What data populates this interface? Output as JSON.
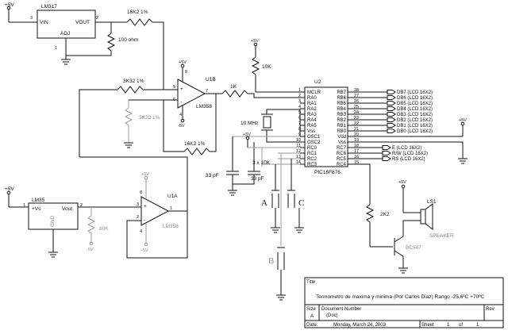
{
  "supply": {
    "v5_top_left": "+5V",
    "v5_mclr": "+5V",
    "v5_opamp_top": "+5V",
    "v5_opamp_bottom": "-5V",
    "v5_u1a_top": "+5V",
    "v5_u1a_bottom": "-5V",
    "v5_lm35": "+5V",
    "v5_right": "+5V",
    "v5_osc": "+5V",
    "v5_speaker": "+5V",
    "v5_neg_r": "-5V"
  },
  "regulator": {
    "name": "LM317",
    "vin": "VIN",
    "vout": "VOUT",
    "adj": "ADJ",
    "pin_vin": "3",
    "pin_vout": "2",
    "pin_adj": "1"
  },
  "resistors": {
    "r_top": "16K2 1%",
    "r_100": "100 ohm",
    "r_3k32": "3K32 1%",
    "r_3k32b": "3K32 1%",
    "r_1k": "1K",
    "r_16k2b": "16K2 1%",
    "r_10k": "10K",
    "r_60k": "60K",
    "r_2k2": "2K2",
    "r_3x10k": "3  x 10K"
  },
  "opamp_b": {
    "ref": "U1B",
    "name": "LM358",
    "pin_plus": "5",
    "pin_minus": "6",
    "pin_out": "7",
    "pin_vcc": "8",
    "pin_gnd": "4",
    "plus": "+",
    "minus": "-"
  },
  "opamp_a": {
    "ref": "U1A",
    "name": "LM358",
    "pin_plus": "3",
    "pin_minus": "2",
    "pin_out": "1",
    "pin_vcc": "8",
    "pin_gnd": "4",
    "plus": "+",
    "minus": "-"
  },
  "sensor": {
    "name": "LM35",
    "vs": "+Vs",
    "vout": "Vout",
    "gnd": "GND",
    "pin_vs": "1",
    "pin_vout": "2"
  },
  "pic": {
    "ref": "U2",
    "name": "PIC16F876",
    "left_pins": [
      {
        "num": "1",
        "name": "MCLR"
      },
      {
        "num": "2",
        "name": "RA0"
      },
      {
        "num": "3",
        "name": "RA1"
      },
      {
        "num": "4",
        "name": "RA2"
      },
      {
        "num": "5",
        "name": "RA3"
      },
      {
        "num": "6",
        "name": "RA4"
      },
      {
        "num": "7",
        "name": "RA5"
      },
      {
        "num": "8",
        "name": "Vss"
      },
      {
        "num": "9",
        "name": "OSC1"
      },
      {
        "num": "10",
        "name": "OSC2"
      },
      {
        "num": "11",
        "name": "RC0"
      },
      {
        "num": "12",
        "name": "RC1"
      },
      {
        "num": "13",
        "name": "RC2"
      },
      {
        "num": "14",
        "name": "RC3"
      }
    ],
    "right_pins": [
      {
        "num": "28",
        "name": "RB7"
      },
      {
        "num": "27",
        "name": "RB6"
      },
      {
        "num": "26",
        "name": "RB5"
      },
      {
        "num": "25",
        "name": "RB4"
      },
      {
        "num": "24",
        "name": "RB3"
      },
      {
        "num": "23",
        "name": "RB2"
      },
      {
        "num": "22",
        "name": "RB1"
      },
      {
        "num": "21",
        "name": "RB0"
      },
      {
        "num": "20",
        "name": "Vdd"
      },
      {
        "num": "19",
        "name": "Vss"
      },
      {
        "num": "18",
        "name": "RC7"
      },
      {
        "num": "17",
        "name": "RC6"
      },
      {
        "num": "16",
        "name": "RC5"
      },
      {
        "num": "15",
        "name": "RC4"
      }
    ]
  },
  "lcd_data": [
    "DB7 (LCD 16X2)",
    "DB6 (LCD 16X2)",
    "DB5 (LCD 16X2)",
    "DB4 (LCD 16X2)",
    "DB3 (LCD 16X2)",
    "DB2 (LCD 16X2)",
    "DB1 (LCD 16X2)",
    "DB0 (LCD 16X2)"
  ],
  "lcd_ctrl": [
    "E (LCD 16X2)",
    "R/W (LCD 16X2)",
    "RS (LCD 16X2)"
  ],
  "crystal": "10 MHz",
  "cap1": "33 pF",
  "cap2": "33 pF",
  "buttons": {
    "a": "A",
    "b": "B",
    "c": "C"
  },
  "speaker": {
    "ref": "LS1",
    "name": "SPEAKER"
  },
  "transistor": "BC547",
  "title_block": {
    "title_label": "Title",
    "title": "Termometro de maxima y minima (Por Carlos Diaz) Rango -25,6ºC +70ºC",
    "size_label": "Size",
    "size": "A",
    "docnum_label": "Document Number",
    "docnum": "(Doc)",
    "rev_label": "Rev",
    "date_label": "Date:",
    "date": "Monday, March 24, 2003",
    "sheet_label": "Sheet",
    "sheet": "1",
    "of_label": "of",
    "of": "1"
  }
}
